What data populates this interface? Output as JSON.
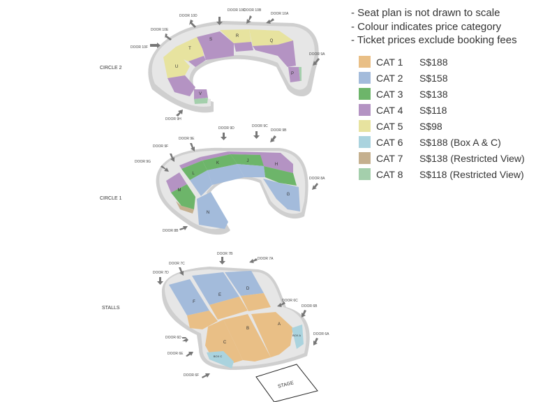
{
  "notes": [
    "- Seat plan is not drawn to scale",
    "- Colour indicates price category",
    "- Ticket prices exclude booking fees"
  ],
  "legend": [
    {
      "cat": "CAT 1",
      "price": "S$188",
      "color": "#e9bf86"
    },
    {
      "cat": "CAT 2",
      "price": "S$158",
      "color": "#a3bbdb"
    },
    {
      "cat": "CAT 3",
      "price": "S$138",
      "color": "#6db56a"
    },
    {
      "cat": "CAT 4",
      "price": "S$118",
      "color": "#b493c3"
    },
    {
      "cat": "CAT 5",
      "price": "S$98",
      "color": "#e7e39f"
    },
    {
      "cat": "CAT 6",
      "price": "S$188 (Box A & C)",
      "color": "#aad3de"
    },
    {
      "cat": "CAT 7",
      "price": "S$138 (Restricted View)",
      "color": "#c5b08f"
    },
    {
      "cat": "CAT 8",
      "price": "S$118 (Restricted View)",
      "color": "#a4cfac"
    }
  ],
  "levels": {
    "circle2": "CIRCLE 2",
    "circle1": "CIRCLE 1",
    "stalls": "STALLS"
  },
  "stage": "STAGE",
  "sections": {
    "S": "S",
    "R": "R",
    "Q": "Q",
    "T": "T",
    "U": "U",
    "V": "V",
    "P": "P",
    "H": "H",
    "J": "J",
    "K": "K",
    "L": "L",
    "M": "M",
    "N": "N",
    "G": "G",
    "D": "D",
    "E": "E",
    "F": "F",
    "A": "A",
    "B": "B",
    "C": "C",
    "boxA": "BOX A",
    "boxC": "BOX C"
  },
  "doors": {
    "d10A": "DOOR 10A",
    "d10B": "DOOR 10B",
    "d10C": "DOOR 10C",
    "d10D": "DOOR 10D",
    "d10E": "DOOR 10E",
    "d10F": "DOOR 10F",
    "d9A": "DOOR 9A",
    "d9H": "DOOR 9H",
    "d9B": "DOOR 9B",
    "d9C": "DOOR 9C",
    "d9D": "DOOR 9D",
    "d9E": "DOOR 9E",
    "d9F": "DOOR 9F",
    "d9G": "DOOR 9G",
    "d8A": "DOOR 8A",
    "d8B": "DOOR 8B",
    "d7A": "DOOR 7A",
    "d7B": "DOOR 7B",
    "d7C": "DOOR 7C",
    "d7D": "DOOR 7D",
    "d6A": "DOOR 6A",
    "d6B": "DOOR 6B",
    "d6C": "DOOR 6C",
    "d6D": "DOOR 6D",
    "d6E": "DOOR 6E",
    "d6F": "DOOR 6F"
  }
}
